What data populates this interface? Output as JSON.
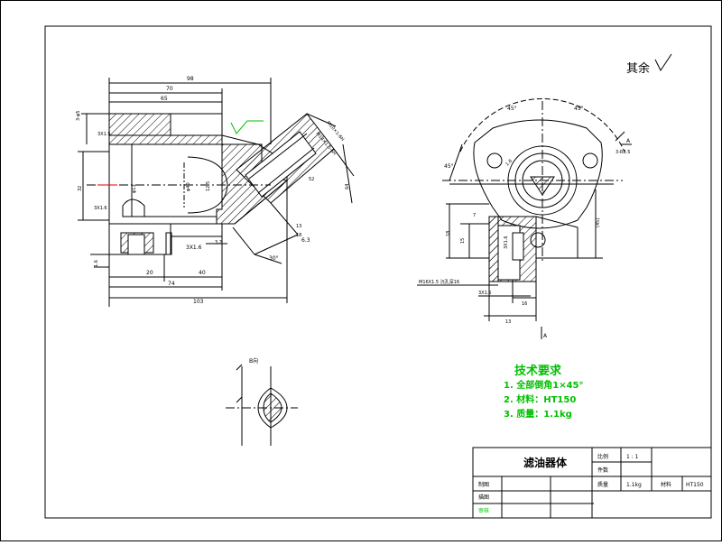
{
  "drawing": {
    "rest_roughness": "其余",
    "section_b_label": "B向",
    "section_a_label": "A",
    "colors": {
      "line": "#000000",
      "green": "#00c000",
      "red": "#e00000",
      "hatch": "#000000",
      "paper": "#ffffff"
    }
  },
  "dims": {
    "d98": "98",
    "d70": "70",
    "d65": "65",
    "d3x5": "3-φ5",
    "d20": "20",
    "d74": "74",
    "d40": "40",
    "d103": "103",
    "d1_6": "1.6",
    "d3_2a": "3.2",
    "d6_3": "6.3",
    "d30deg": "30°",
    "dM10": "M10×1-6H",
    "dM14": "M14×1.5-6H",
    "d3x1_6": "3X1.6",
    "d45deg_a": "45°",
    "d45deg_b": "45°",
    "d45deg_c": "45°",
    "d3xR8_5": "3-R8.5",
    "d52": "52",
    "d13": "13",
    "d18": "18",
    "d16": "16",
    "d3x1_5": "3X1.5",
    "d64": "64",
    "d45": "(45)",
    "dphi13": "φ13",
    "d7": "7",
    "d15": "15",
    "d32": "32",
    "d18b": "18",
    "dphi40": "φ40",
    "dM16": "M16X1.5 沉孔深16",
    "d3x1_5b": "3X1.5",
    "d3x1_6b": "3X1.6",
    "d12_5": "12.5",
    "d3x1_6c": "3X1.6"
  },
  "requirements": {
    "title": "技术要求",
    "items": [
      "1. 全部倒角1×45°",
      "2. 材料：HT150",
      "3. 质量：1.1kg"
    ]
  },
  "title_block": {
    "part_name": "滤油器体",
    "scale_label": "比例",
    "scale_value": "1 : 1",
    "qty_label": "件数",
    "weight_label": "质量",
    "weight_value": "1.1kg",
    "material_label": "材料",
    "material_value": "HT150",
    "drawn_label": "制图",
    "drawn_value": "",
    "check_label": "描图",
    "check_value": "",
    "audit_label": "审核",
    "audit_value": ""
  }
}
